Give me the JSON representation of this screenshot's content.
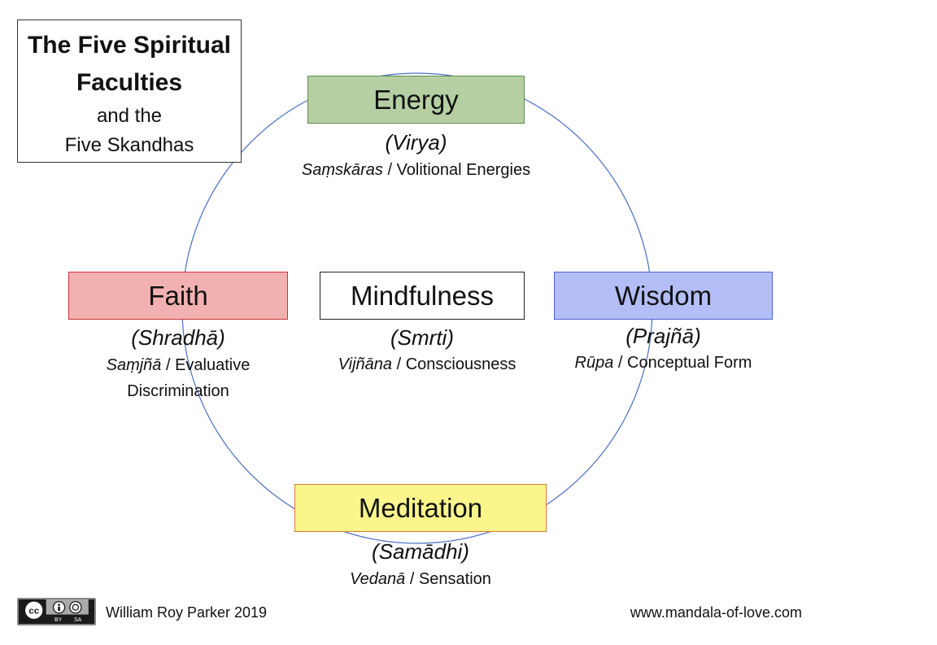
{
  "title": {
    "line1": "The Five Spiritual",
    "line2": "Faculties",
    "line3": "and the",
    "line4": "Five Skandhas"
  },
  "faculties": {
    "energy": {
      "label": "Energy",
      "sanskrit": "(Virya)",
      "skandha_sanskrit": "Saṃskāras",
      "skandha_sep": " / ",
      "skandha_english": "Volitional Energies",
      "color": "#b5cfa3",
      "border": "#5f8f4a"
    },
    "faith": {
      "label": "Faith",
      "sanskrit": "(Shradhā)",
      "skandha_sanskrit": "Saṃjñā",
      "skandha_sep": " / ",
      "skandha_english": "Evaluative",
      "skandha_english_2": "Discrimination",
      "color": "#f2b1b1",
      "border": "#cc3333"
    },
    "mindfulness": {
      "label": "Mindfulness",
      "sanskrit": "(Smrti)",
      "skandha_sanskrit": "Vijñāna",
      "skandha_sep": " / ",
      "skandha_english": "Consciousness",
      "color": "#ffffff",
      "border": "#222222"
    },
    "wisdom": {
      "label": "Wisdom",
      "sanskrit": "(Prajñā)",
      "skandha_sanskrit": "Rūpa",
      "skandha_sep": " / ",
      "skandha_english": "Conceptual Form",
      "color": "#b3bef6",
      "border": "#4a63d8"
    },
    "meditation": {
      "label": "Meditation",
      "sanskrit": "(Samādhi)",
      "skandha_sanskrit": "Vedanā",
      "skandha_sep": " / ",
      "skandha_english": "Sensation",
      "color": "#fbf58c",
      "border": "#e07a2a"
    }
  },
  "circle": {
    "color": "#4a6fc2"
  },
  "license": {
    "icon": "creative-commons-by-sa-icon",
    "by": "BY",
    "sa": "SA"
  },
  "footer": {
    "author": "William Roy Parker 2019",
    "website": "www.mandala-of-love.com"
  }
}
